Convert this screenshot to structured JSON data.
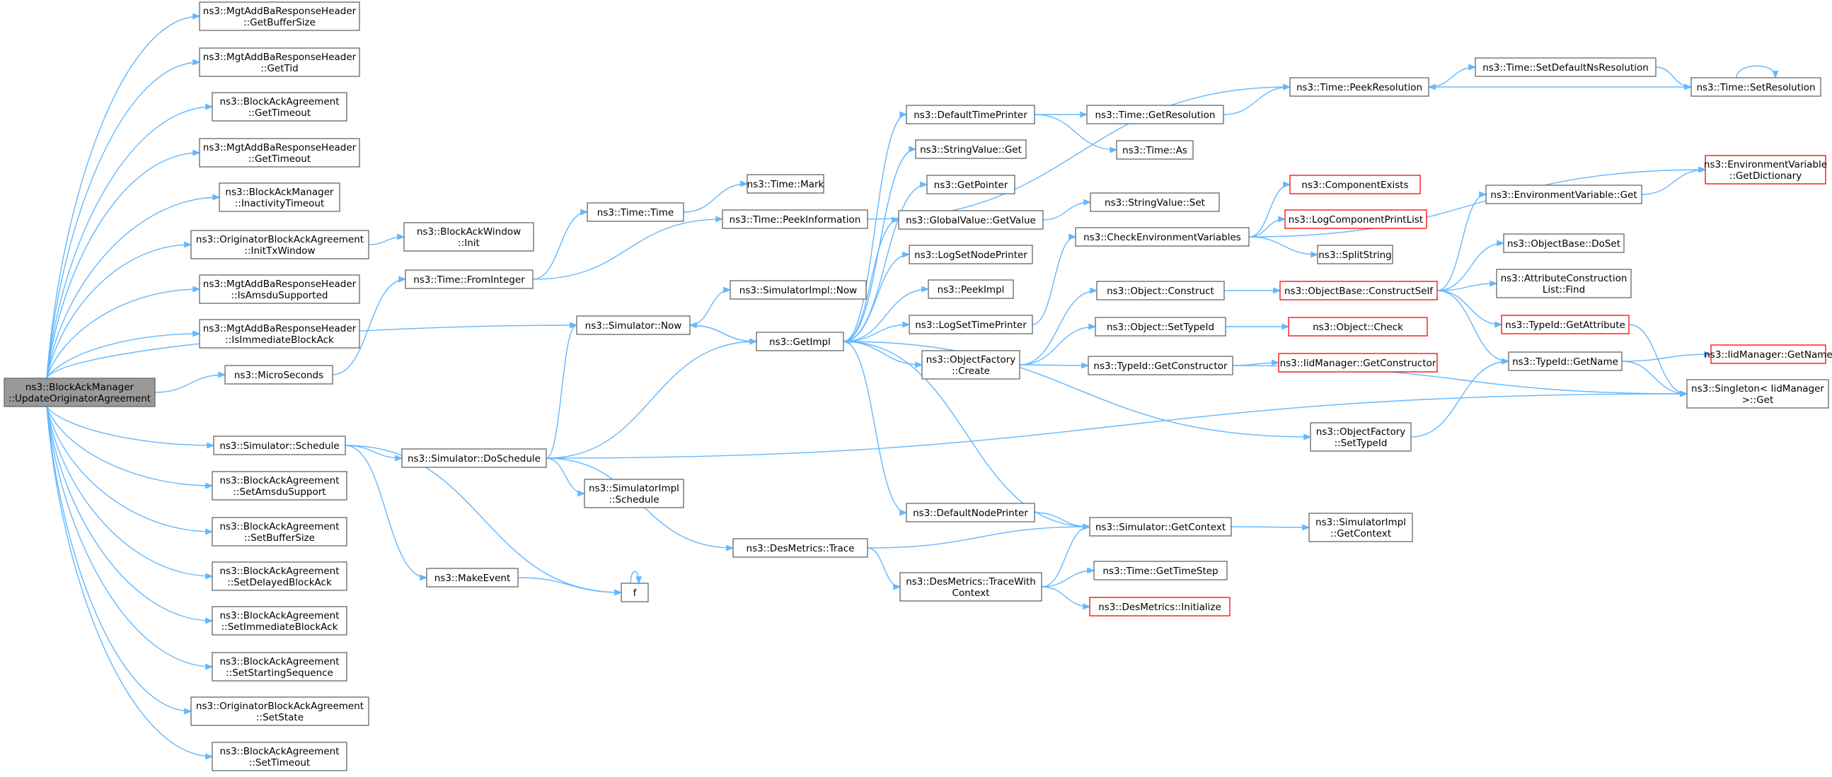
{
  "diagram": {
    "nodes": [
      {
        "id": "root",
        "lines": [
          "ns3::BlockAckManager",
          "::UpdateOriginatorAgreement"
        ],
        "style": "root"
      },
      {
        "id": "r_bufsize",
        "lines": [
          "ns3::MgtAddBaResponseHeader",
          "::GetBufferSize"
        ]
      },
      {
        "id": "r_tid",
        "lines": [
          "ns3::MgtAddBaResponseHeader",
          "::GetTid"
        ]
      },
      {
        "id": "baa_gettimeout",
        "lines": [
          "ns3::BlockAckAgreement",
          "::GetTimeout"
        ]
      },
      {
        "id": "r_gettimeout",
        "lines": [
          "ns3::MgtAddBaResponseHeader",
          "::GetTimeout"
        ]
      },
      {
        "id": "bam_inact",
        "lines": [
          "ns3::BlockAckManager",
          "::InactivityTimeout"
        ]
      },
      {
        "id": "oba_inittx",
        "lines": [
          "ns3::OriginatorBlockAckAgreement",
          "::InitTxWindow"
        ]
      },
      {
        "id": "r_amsdu",
        "lines": [
          "ns3::MgtAddBaResponseHeader",
          "::IsAmsduSupported"
        ]
      },
      {
        "id": "r_imm",
        "lines": [
          "ns3::MgtAddBaResponseHeader",
          "::IsImmediateBlockAck"
        ]
      },
      {
        "id": "micro",
        "lines": [
          "ns3::MicroSeconds"
        ]
      },
      {
        "id": "sim_sched",
        "lines": [
          "ns3::Simulator::Schedule"
        ]
      },
      {
        "id": "baa_setamsdu",
        "lines": [
          "ns3::BlockAckAgreement",
          "::SetAmsduSupport"
        ]
      },
      {
        "id": "baa_setbuf",
        "lines": [
          "ns3::BlockAckAgreement",
          "::SetBufferSize"
        ]
      },
      {
        "id": "baa_setdelay",
        "lines": [
          "ns3::BlockAckAgreement",
          "::SetDelayedBlockAck"
        ]
      },
      {
        "id": "baa_setimm",
        "lines": [
          "ns3::BlockAckAgreement",
          "::SetImmediateBlockAck"
        ]
      },
      {
        "id": "baa_setstart",
        "lines": [
          "ns3::BlockAckAgreement",
          "::SetStartingSequence"
        ]
      },
      {
        "id": "oba_setstate",
        "lines": [
          "ns3::OriginatorBlockAckAgreement",
          "::SetState"
        ]
      },
      {
        "id": "baa_settimeout",
        "lines": [
          "ns3::BlockAckAgreement",
          "::SetTimeout"
        ]
      },
      {
        "id": "baw_init",
        "lines": [
          "ns3::BlockAckWindow",
          "::Init"
        ]
      },
      {
        "id": "fromint",
        "lines": [
          "ns3::Time::FromInteger"
        ]
      },
      {
        "id": "time_time",
        "lines": [
          "ns3::Time::Time"
        ]
      },
      {
        "id": "time_mark",
        "lines": [
          "ns3::Time::Mark"
        ]
      },
      {
        "id": "peekinfo",
        "lines": [
          "ns3::Time::PeekInformation"
        ]
      },
      {
        "id": "sim_now",
        "lines": [
          "ns3::Simulator::Now"
        ]
      },
      {
        "id": "simimpl_now",
        "lines": [
          "ns3::SimulatorImpl::Now"
        ]
      },
      {
        "id": "getimpl",
        "lines": [
          "ns3::GetImpl"
        ]
      },
      {
        "id": "dosched",
        "lines": [
          "ns3::Simulator::DoSchedule"
        ]
      },
      {
        "id": "simimpl_sched",
        "lines": [
          "ns3::SimulatorImpl",
          "::Schedule"
        ]
      },
      {
        "id": "makeevent",
        "lines": [
          "ns3::MakeEvent"
        ]
      },
      {
        "id": "f",
        "lines": [
          "f"
        ]
      },
      {
        "id": "desm_trace",
        "lines": [
          "ns3::DesMetrics::Trace"
        ]
      },
      {
        "id": "deftimeprinter",
        "lines": [
          "ns3::DefaultTimePrinter"
        ]
      },
      {
        "id": "strval_get",
        "lines": [
          "ns3::StringValue::Get"
        ]
      },
      {
        "id": "getpointer",
        "lines": [
          "ns3::GetPointer"
        ]
      },
      {
        "id": "gv_getvalue",
        "lines": [
          "ns3::GlobalValue::GetValue"
        ]
      },
      {
        "id": "logsetnode",
        "lines": [
          "ns3::LogSetNodePrinter"
        ]
      },
      {
        "id": "peekimpl",
        "lines": [
          "ns3::PeekImpl"
        ]
      },
      {
        "id": "logsettime",
        "lines": [
          "ns3::LogSetTimePrinter"
        ]
      },
      {
        "id": "objfact_create",
        "lines": [
          "ns3::ObjectFactory",
          "::Create"
        ]
      },
      {
        "id": "defnodeprinter",
        "lines": [
          "ns3::DefaultNodePrinter"
        ]
      },
      {
        "id": "desm_tracewith",
        "lines": [
          "ns3::DesMetrics::TraceWith",
          "Context"
        ]
      },
      {
        "id": "time_getres",
        "lines": [
          "ns3::Time::GetResolution"
        ]
      },
      {
        "id": "time_as",
        "lines": [
          "ns3::Time::As"
        ]
      },
      {
        "id": "strval_set",
        "lines": [
          "ns3::StringValue::Set"
        ]
      },
      {
        "id": "checkenv",
        "lines": [
          "ns3::CheckEnvironmentVariables"
        ]
      },
      {
        "id": "obj_construct",
        "lines": [
          "ns3::Object::Construct"
        ]
      },
      {
        "id": "obj_settypeid",
        "lines": [
          "ns3::Object::SetTypeId"
        ]
      },
      {
        "id": "typeid_getctor",
        "lines": [
          "ns3::TypeId::GetConstructor"
        ]
      },
      {
        "id": "sim_getctx",
        "lines": [
          "ns3::Simulator::GetContext"
        ]
      },
      {
        "id": "time_getstep",
        "lines": [
          "ns3::Time::GetTimeStep"
        ]
      },
      {
        "id": "desm_init",
        "lines": [
          "ns3::DesMetrics::Initialize"
        ],
        "style": "red"
      },
      {
        "id": "peekres",
        "lines": [
          "ns3::Time::PeekResolution"
        ]
      },
      {
        "id": "setdefnsres",
        "lines": [
          "ns3::Time::SetDefaultNsResolution"
        ]
      },
      {
        "id": "setres",
        "lines": [
          "ns3::Time::SetResolution"
        ]
      },
      {
        "id": "compexists",
        "lines": [
          "ns3::ComponentExists"
        ],
        "style": "red"
      },
      {
        "id": "logcompprint",
        "lines": [
          "ns3::LogComponentPrintList"
        ],
        "style": "red"
      },
      {
        "id": "splitstring",
        "lines": [
          "ns3::SplitString"
        ]
      },
      {
        "id": "objbase_cs",
        "lines": [
          "ns3::ObjectBase::ConstructSelf"
        ],
        "style": "red"
      },
      {
        "id": "obj_check",
        "lines": [
          "ns3::Object::Check"
        ],
        "style": "red"
      },
      {
        "id": "iid_getctor",
        "lines": [
          "ns3::IidManager::GetConstructor"
        ],
        "style": "red"
      },
      {
        "id": "objfact_settypeid",
        "lines": [
          "ns3::ObjectFactory",
          "::SetTypeId"
        ]
      },
      {
        "id": "simimpl_getctx",
        "lines": [
          "ns3::SimulatorImpl",
          "::GetContext"
        ]
      },
      {
        "id": "envvar_get",
        "lines": [
          "ns3::EnvironmentVariable::Get"
        ]
      },
      {
        "id": "objbase_doset",
        "lines": [
          "ns3::ObjectBase::DoSet"
        ]
      },
      {
        "id": "attrcons_find",
        "lines": [
          "ns3::AttributeConstruction",
          "List::Find"
        ]
      },
      {
        "id": "typeid_getattr",
        "lines": [
          "ns3::TypeId::GetAttribute"
        ],
        "style": "red"
      },
      {
        "id": "typeid_getname",
        "lines": [
          "ns3::TypeId::GetName"
        ]
      },
      {
        "id": "envvar_getdict",
        "lines": [
          "ns3::EnvironmentVariable",
          "::GetDictionary"
        ],
        "style": "red"
      },
      {
        "id": "iid_getname",
        "lines": [
          "ns3::IidManager::GetName"
        ],
        "style": "red"
      },
      {
        "id": "singleton_get",
        "lines": [
          "ns3::Singleton< IidManager",
          ">::Get"
        ]
      }
    ]
  }
}
